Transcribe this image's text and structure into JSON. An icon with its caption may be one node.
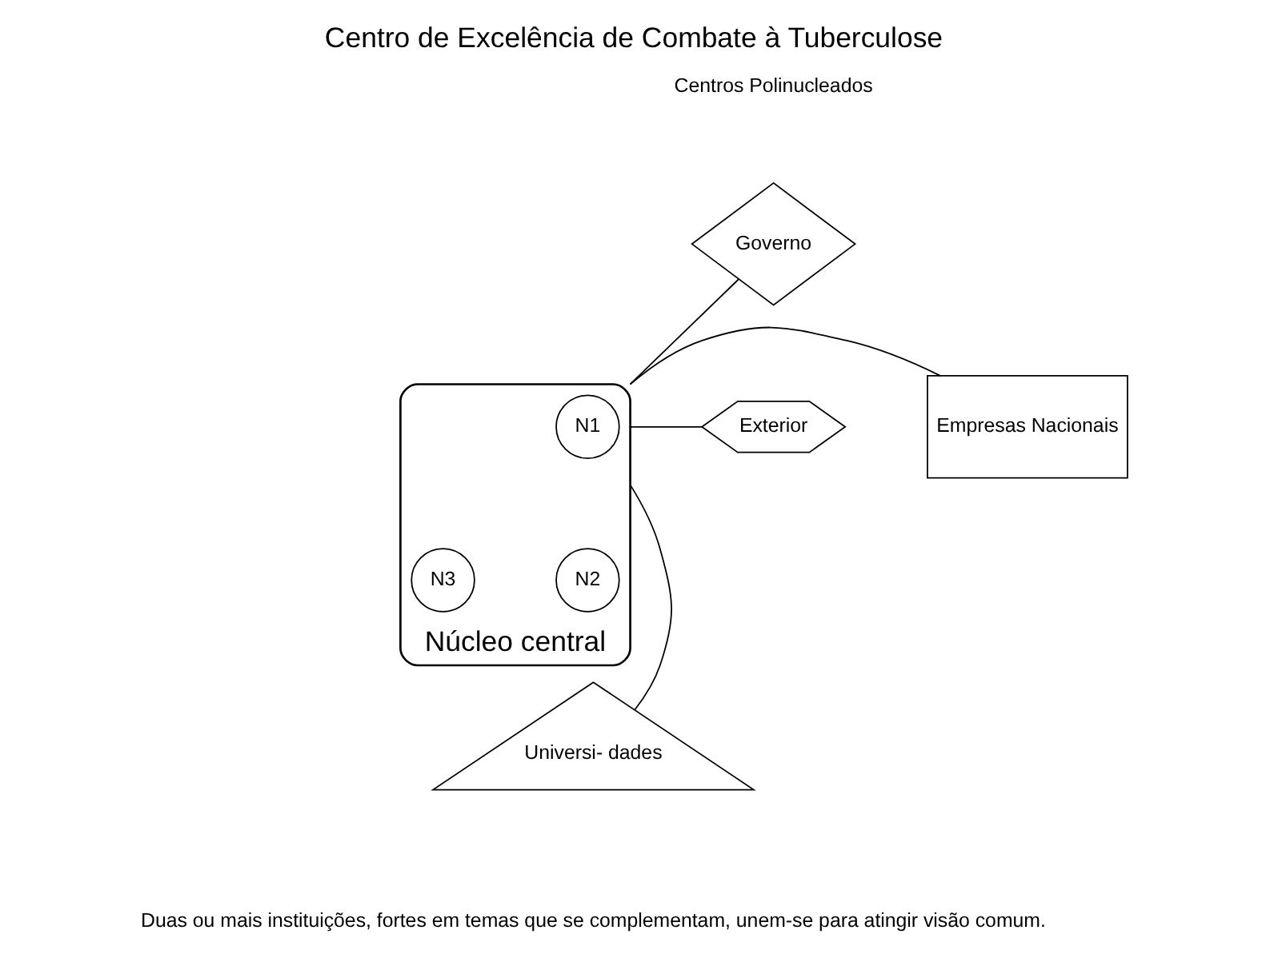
{
  "diagram": {
    "title": "Centro de Excelência de Combate à Tuberculose",
    "caption": "Duas ou mais instituições, fortes em temas que se complementam, unem-se para atingir visão comum.",
    "nodes": [
      {
        "text": [
          "Núcleo central"
        ]
      },
      {
        "text": [
          "N1"
        ],
        "in": 0
      },
      {
        "text": [
          "N3"
        ],
        "in": 0
      },
      {
        "text": [
          "N2"
        ],
        "in": 0
      },
      {
        "text": [
          "Governo"
        ]
      },
      {
        "text": [
          "Exterior"
        ]
      },
      {
        "text": [
          "Empresas Nacionais"
        ]
      },
      {
        "text": [
          "Universi- dades"
        ]
      }
    ],
    "edges": [
      {
        "from": 4,
        "to": 0,
        "arrow": "none"
      },
      {
        "from": 5,
        "to": 0,
        "arrow": "none"
      },
      {
        "from": 0,
        "to": 6,
        "arrow": "none"
      },
      {
        "from": 0,
        "to": 7,
        "arrow": "none"
      }
    ],
    "labels": [
      "Centros Polinucleados"
    ]
  }
}
